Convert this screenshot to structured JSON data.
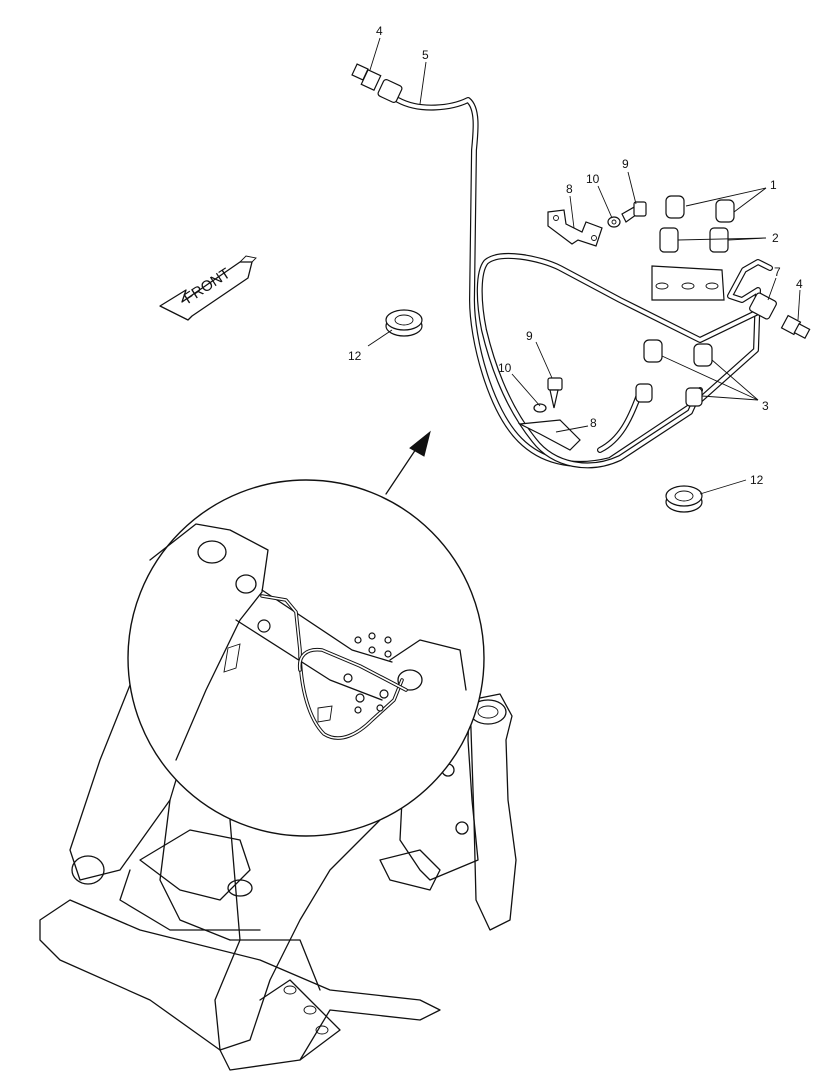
{
  "direction_label": "FRONT",
  "callouts": {
    "c1": "1",
    "c2": "2",
    "c3": "3",
    "c4a": "4",
    "c4b": "4",
    "c5": "5",
    "c7": "7",
    "c8a": "8",
    "c8b": "8",
    "c9a": "9",
    "c9b": "9",
    "c10a": "10",
    "c10b": "10",
    "c12a": "12",
    "c12b": "12"
  },
  "colors": {
    "line": "#111111",
    "background": "#ffffff"
  }
}
